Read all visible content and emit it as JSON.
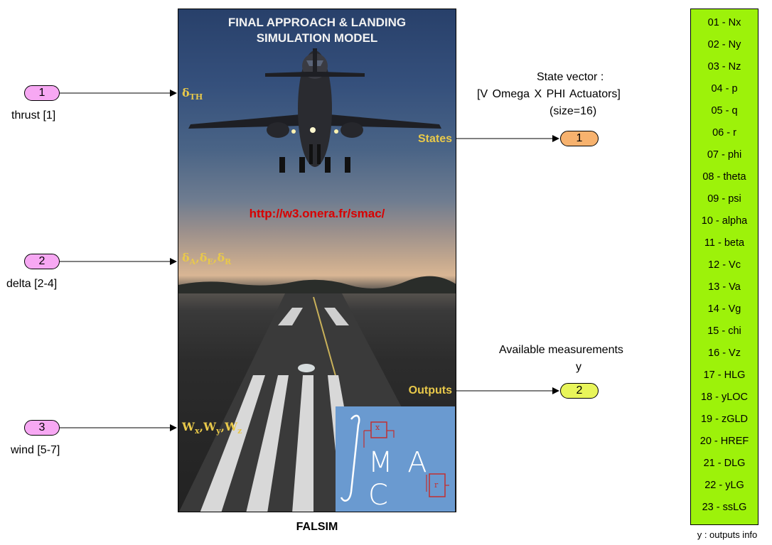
{
  "inputs": [
    {
      "num": "1",
      "label": "thrust [1]"
    },
    {
      "num": "2",
      "label": "delta [2-4]"
    },
    {
      "num": "3",
      "label": "wind [5-7]"
    }
  ],
  "outputs": [
    {
      "num": "1",
      "label_lines": [
        "State vector :",
        "[V  Omega  X  PHI  Actuators]",
        "(size=16)"
      ],
      "color": "#f7b26e"
    },
    {
      "num": "2",
      "label_lines": [
        "Available measurements",
        "y"
      ],
      "color": "#e8f55a"
    }
  ],
  "block": {
    "title_line1": "FINAL APPROACH & LANDING",
    "title_line2": "SIMULATION MODEL",
    "url": "http://w3.onera.fr/smac/",
    "name": "FALSIM",
    "in_port_labels": {
      "thrust": {
        "base": "δ",
        "sub": "TH"
      },
      "delta": [
        {
          "base": "δ",
          "sub": "A"
        },
        {
          "base": "δ",
          "sub": "E"
        },
        {
          "base": "δ",
          "sub": "R"
        }
      ],
      "wind": [
        {
          "base": "W",
          "sub": "x"
        },
        {
          "base": "W",
          "sub": "y"
        },
        {
          "base": "W",
          "sub": "z"
        }
      ]
    },
    "out_port_labels": {
      "states": "States",
      "outputs": "Outputs"
    },
    "logo": {
      "letters": "M A C",
      "box1": "x",
      "box2": "r"
    }
  },
  "info_panel": {
    "items": [
      "01 - Nx",
      "02 - Ny",
      "03 - Nz",
      "04 - p",
      "05 - q",
      "06 - r",
      "07 - phi",
      "08 - theta",
      "09 - psi",
      "10 - alpha",
      "11 - beta",
      "12 - Vc",
      "13 - Va",
      "14 - Vg",
      "15 - chi",
      "16 - Vz",
      "17 - HLG",
      "18 - yLOC",
      "19 - zGLD",
      "20 - HREF",
      "21 - DLG",
      "22 - yLG",
      "23 - ssLG"
    ],
    "caption": "y : outputs info"
  },
  "colors": {
    "in_port": "#f7a8f3",
    "panel": "#9df20a",
    "port_label": "#e9c94a",
    "url": "#d80000",
    "logo_bg": "#6a9ad0"
  }
}
